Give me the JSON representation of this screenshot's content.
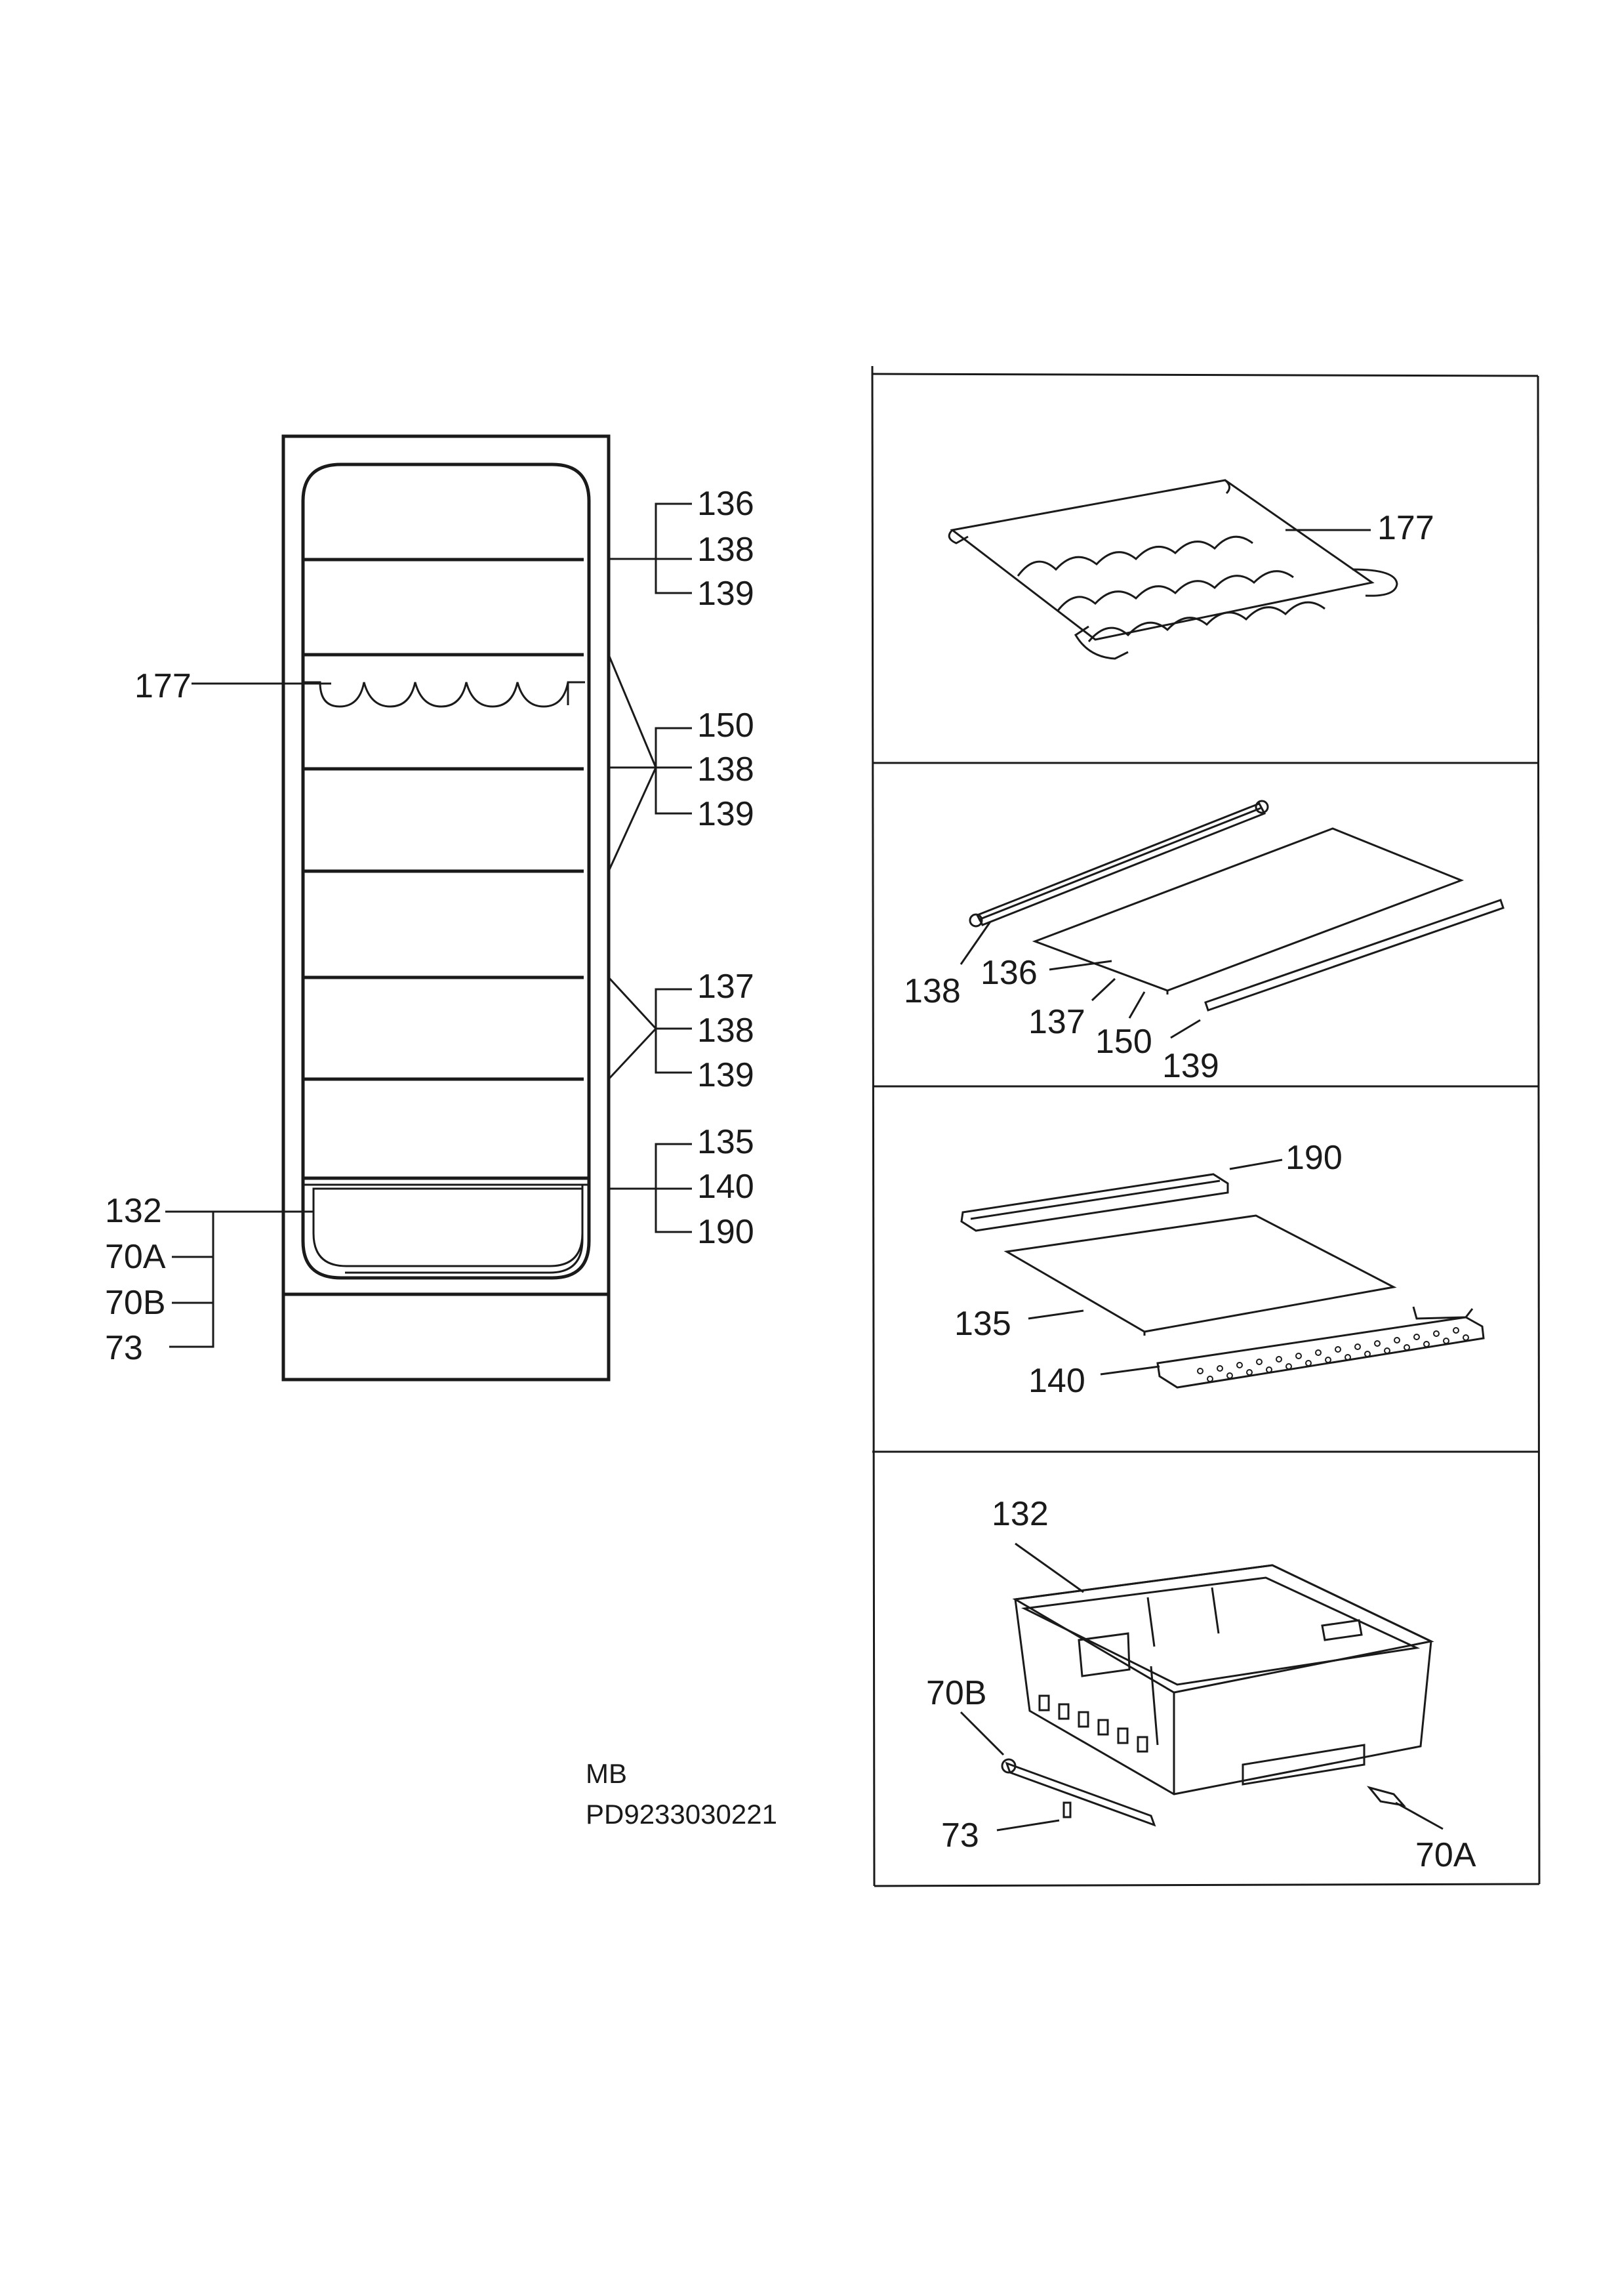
{
  "overview_labels": {
    "group1": [
      "136",
      "138",
      "139"
    ],
    "wine_rack": "177",
    "group2": [
      "150",
      "138",
      "139"
    ],
    "group3": [
      "137",
      "138",
      "139"
    ],
    "group4": [
      "135",
      "140",
      "190"
    ],
    "drawer_group": [
      "132",
      "70A",
      "70B",
      "73"
    ]
  },
  "panel1": {
    "wine_rack": "177"
  },
  "panel2": {
    "rail": "138",
    "glass": "136",
    "alt_glass": "137",
    "alt_glass2": "150",
    "trim": "139"
  },
  "panel3": {
    "rear_trim": "190",
    "glass": "135",
    "front_trim": "140"
  },
  "panel4": {
    "drawer": "132",
    "slide_left": "70B",
    "screw": "73",
    "slide_right": "70A"
  },
  "footer": {
    "model": "MB",
    "code": "PD9233030221"
  }
}
